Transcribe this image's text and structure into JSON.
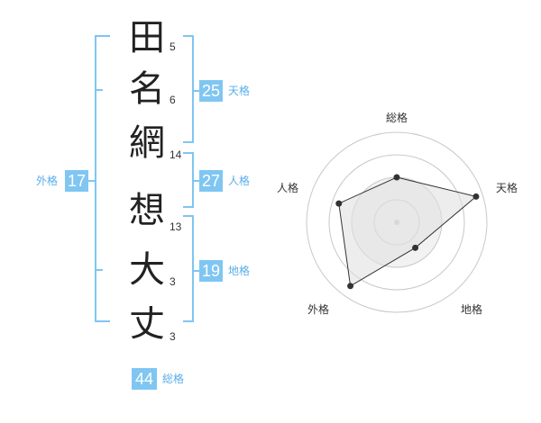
{
  "accent_color": "#7fc6f2",
  "label_color": "#5aaee8",
  "characters": [
    {
      "char": "田",
      "strokes": "5"
    },
    {
      "char": "名",
      "strokes": "6"
    },
    {
      "char": "網",
      "strokes": "14"
    },
    {
      "char": "想",
      "strokes": "13"
    },
    {
      "char": "大",
      "strokes": "3"
    },
    {
      "char": "丈",
      "strokes": "3"
    }
  ],
  "fortunes": {
    "tenkaku": {
      "value": "25",
      "label": "天格"
    },
    "jinkaku": {
      "value": "27",
      "label": "人格"
    },
    "chikaku": {
      "value": "19",
      "label": "地格"
    },
    "gaikaku": {
      "value": "17",
      "label": "外格"
    },
    "soukaku": {
      "value": "44",
      "label": "総格"
    }
  },
  "chart_data": {
    "type": "radar",
    "axes": [
      "総格",
      "天格",
      "地格",
      "外格",
      "人格"
    ],
    "rings": 4,
    "max": 4,
    "values": [
      2.0,
      3.7,
      1.4,
      3.5,
      2.7
    ]
  }
}
